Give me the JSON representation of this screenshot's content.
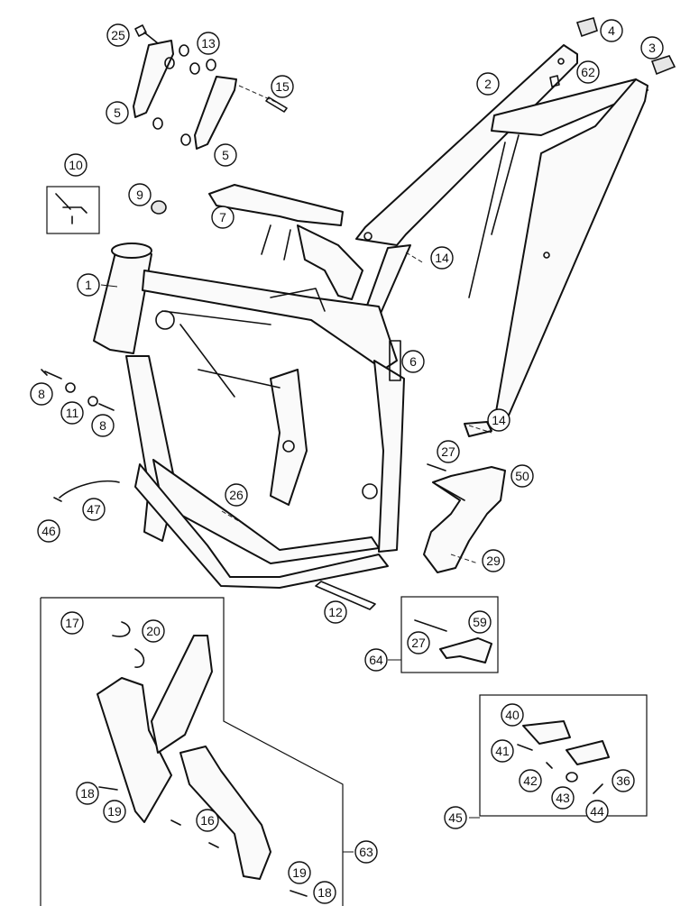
{
  "callouts": {
    "c1": "1",
    "c2": "2",
    "c3": "3",
    "c4": "4",
    "c5a": "5",
    "c5b": "5",
    "c6": "6",
    "c7": "7",
    "c8a": "8",
    "c8b": "8",
    "c9": "9",
    "c10": "10",
    "c11": "11",
    "c12": "12",
    "c13": "13",
    "c14a": "14",
    "c14b": "14",
    "c15": "15",
    "c16": "16",
    "c17": "17",
    "c18a": "18",
    "c18b": "18",
    "c19a": "19",
    "c19b": "19",
    "c20": "20",
    "c25": "25",
    "c26": "26",
    "c27a": "27",
    "c27b": "27",
    "c29": "29",
    "c36": "36",
    "c40": "40",
    "c41": "41",
    "c42": "42",
    "c43": "43",
    "c44": "44",
    "c45": "45",
    "c46": "46",
    "c47": "47",
    "c50": "50",
    "c59": "59",
    "c62": "62",
    "c63": "63",
    "c64": "64"
  }
}
